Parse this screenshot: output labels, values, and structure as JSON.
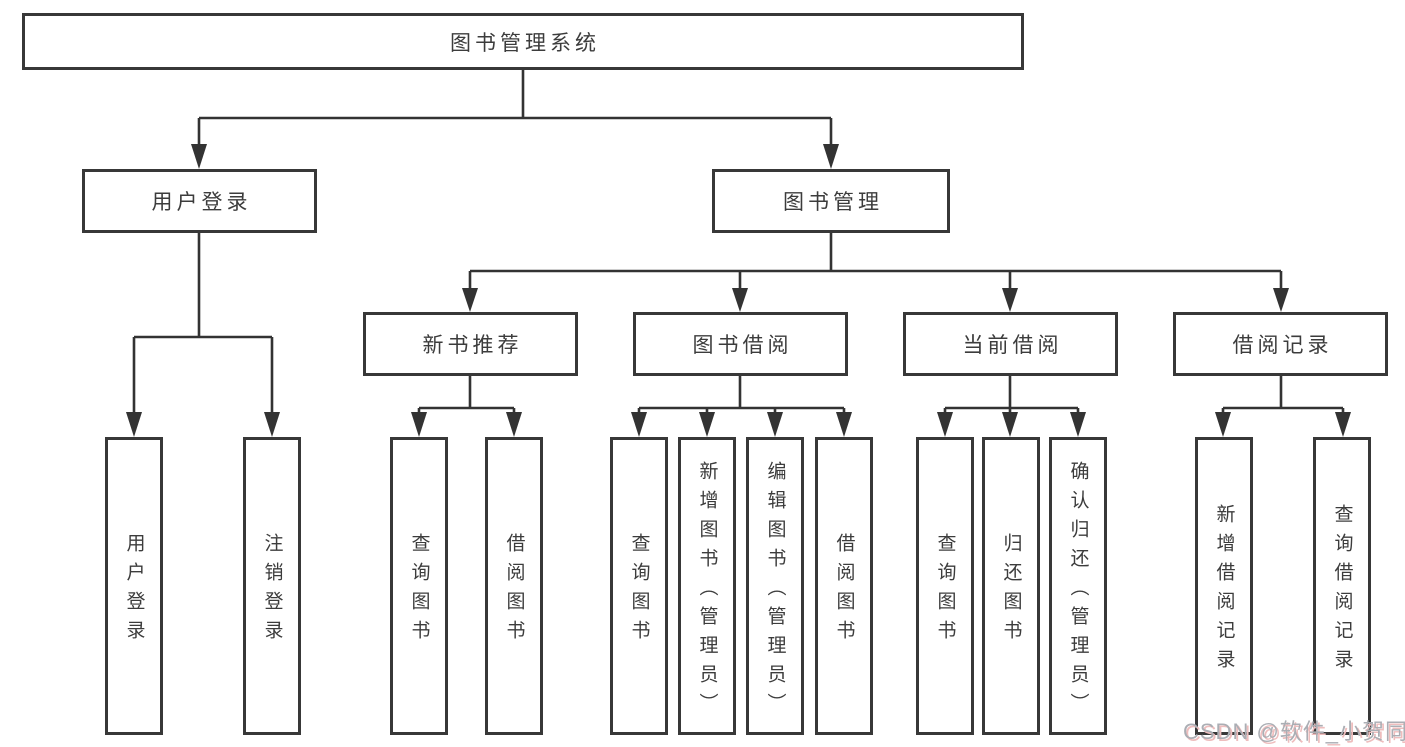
{
  "diagram": {
    "root": {
      "label": "图书管理系统"
    },
    "branches": [
      {
        "label": "用户登录",
        "children": [
          "用户登录",
          "注销登录"
        ]
      },
      {
        "label": "图书管理",
        "children": [
          "新书推荐",
          "图书借阅",
          "当前借阅",
          "借阅记录"
        ]
      }
    ],
    "level3": [
      {
        "label": "新书推荐",
        "children": [
          "查询图书",
          "借阅图书"
        ]
      },
      {
        "label": "图书借阅",
        "children": [
          "查询图书",
          "新增图书（管理员）",
          "编辑图书（管理员）",
          "借阅图书"
        ]
      },
      {
        "label": "当前借阅",
        "children": [
          "查询图书",
          "归还图书",
          "确认归还（管理员）"
        ]
      },
      {
        "label": "借阅记录",
        "children": [
          "新增借阅记录",
          "查询借阅记录"
        ]
      }
    ],
    "colors": {
      "line": "#333333",
      "text": "#3c3c3c",
      "background": "#ffffff"
    }
  },
  "watermark": {
    "text": "CSDN @软件_小贺同学"
  }
}
